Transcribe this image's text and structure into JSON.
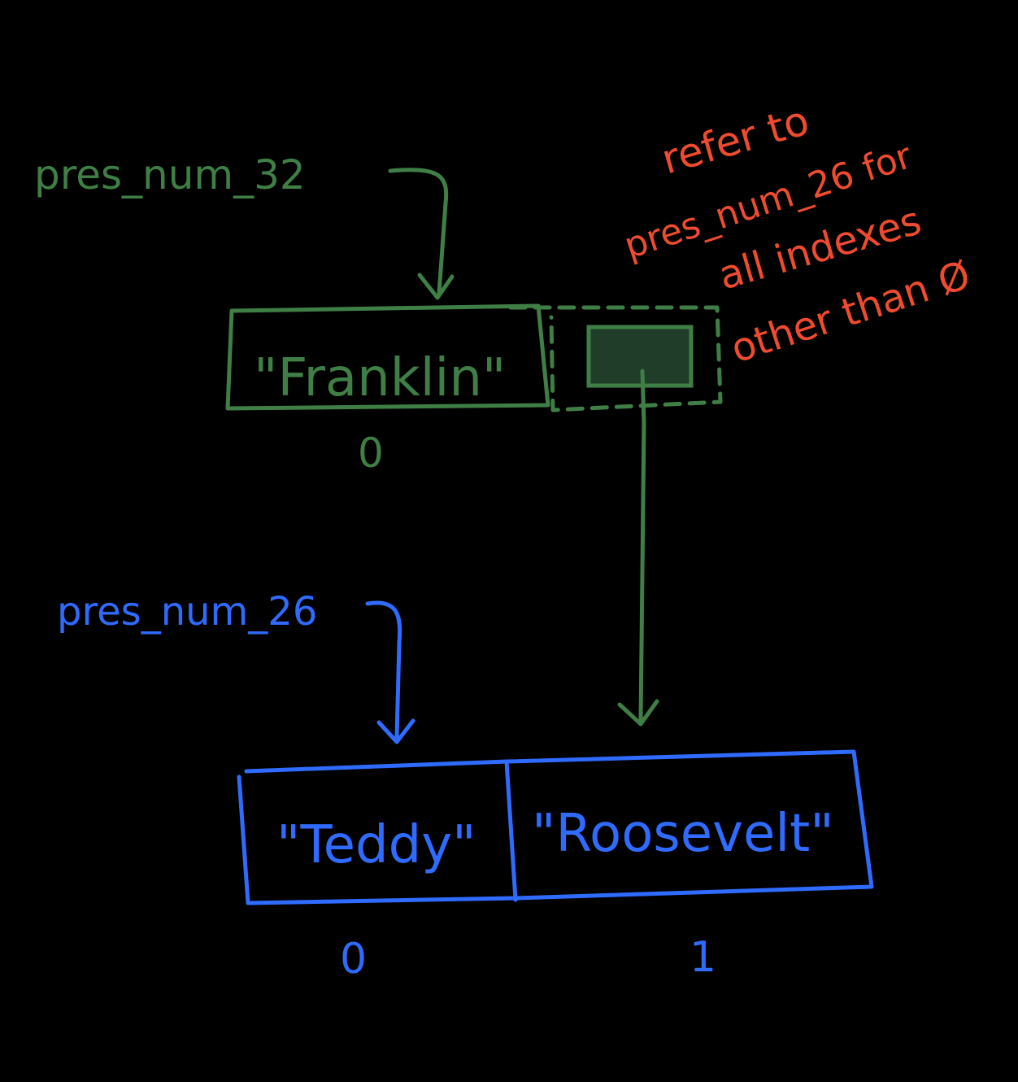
{
  "diagram": {
    "colors": {
      "background": "#000000",
      "green": "#3f7f46",
      "blue": "#2f6bff",
      "red": "#f04b2f",
      "pointer_fill": "#1f3d28"
    },
    "top_array": {
      "variable_label": "pres_num_32",
      "cell_0_value": "\"Franklin\"",
      "index_0": "0"
    },
    "bottom_array": {
      "variable_label": "pres_num_26",
      "cell_0_value": "\"Teddy\"",
      "cell_1_value": "\"Roosevelt\"",
      "index_0": "0",
      "index_1": "1"
    },
    "annotation": {
      "lines": [
        "refer to",
        "pres_num_26 for",
        "all indexes",
        "other than Ø"
      ]
    }
  }
}
